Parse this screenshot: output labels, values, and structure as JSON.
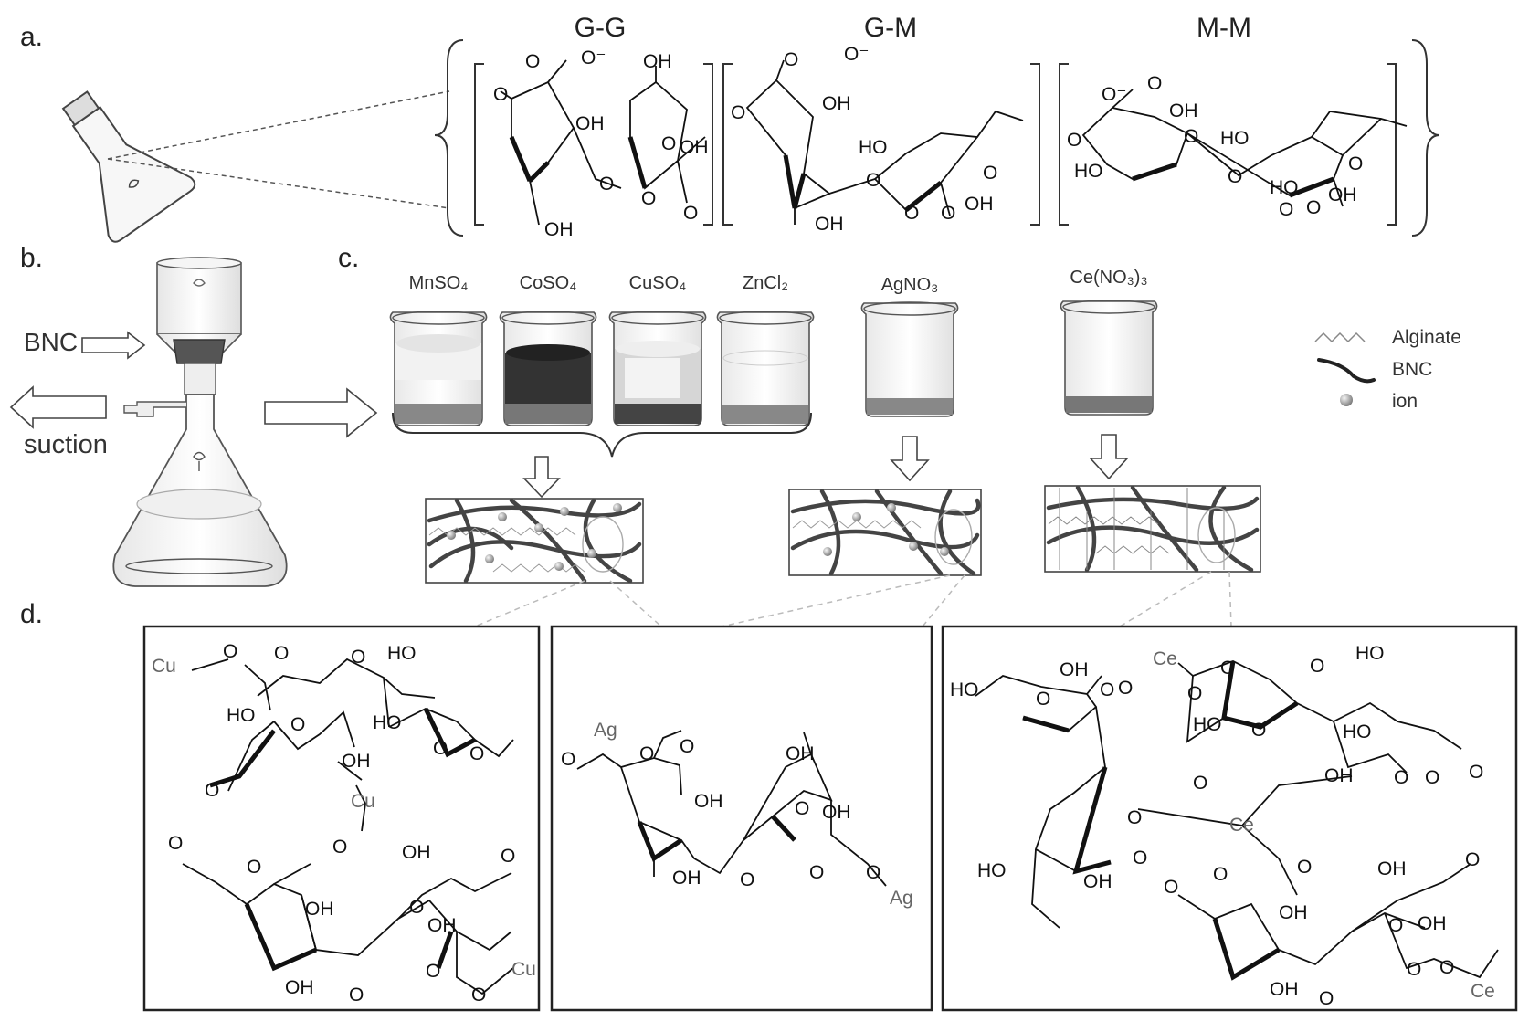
{
  "panels": {
    "a": "a.",
    "b": "b.",
    "c": "c.",
    "d": "d."
  },
  "alginate_blocks": [
    "G-G",
    "G-M",
    "M-M"
  ],
  "labels": {
    "bnc": "BNC",
    "suction": "suction"
  },
  "salts": [
    {
      "name": "MnSO₄"
    },
    {
      "name": "CoSO₄"
    },
    {
      "name": "CuSO₄"
    },
    {
      "name": "ZnCl₂"
    },
    {
      "name": "AgNO₃"
    },
    {
      "name": "Ce(NO₃)₃"
    }
  ],
  "legend": [
    {
      "label": "Alginate",
      "icon": "zigzag-icon"
    },
    {
      "label": "BNC",
      "icon": "fiber-icon"
    },
    {
      "label": "ion",
      "icon": "sphere-icon"
    }
  ],
  "atoms": {
    "o": "O",
    "oneg": "O⁻",
    "oh": "OH",
    "ho": "HO",
    "cu": "Cu",
    "ag": "Ag",
    "ce": "Ce"
  },
  "colors": {
    "ink": "#111111",
    "gray": "#777777",
    "light": "#bbbbbb"
  }
}
